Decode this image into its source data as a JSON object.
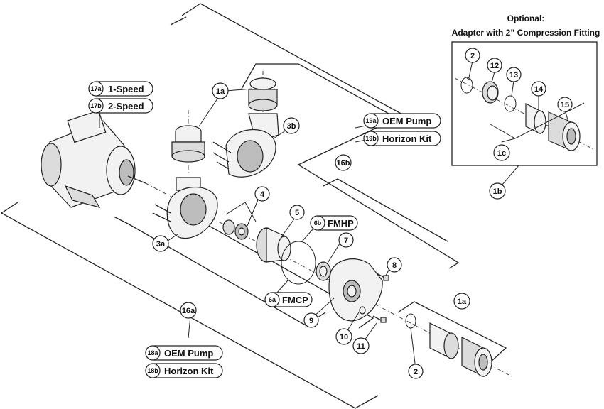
{
  "optional": {
    "title": "Optional:",
    "subtitle": "Adapter with 2” Compression Fitting"
  },
  "callouts": {
    "c2_top": "2",
    "c12": "12",
    "c13": "13",
    "c14": "14",
    "c15": "15",
    "c1c": "1c",
    "c1b": "1b",
    "c1a_top": "1a",
    "c3b": "3b",
    "c16b": "16b",
    "c4": "4",
    "c5": "5",
    "c3a": "3a",
    "c7": "7",
    "c8": "8",
    "c9": "9",
    "c10": "10",
    "c11": "11",
    "c1a_bottom": "1a",
    "c2_bottom": "2",
    "c16a": "16a"
  },
  "labels": {
    "l17a": {
      "code": "17a",
      "text": "1-Speed"
    },
    "l17b": {
      "code": "17b",
      "text": "2-Speed"
    },
    "l19a": {
      "code": "19a",
      "text": "OEM Pump"
    },
    "l19b": {
      "code": "19b",
      "text": "Horizon Kit"
    },
    "l6b": {
      "code": "6b",
      "text": "FMHP"
    },
    "l6a": {
      "code": "6a",
      "text": "FMCP"
    },
    "l18a": {
      "code": "18a",
      "text": "OEM Pump"
    },
    "l18b": {
      "code": "18b",
      "text": "Horizon Kit"
    }
  }
}
